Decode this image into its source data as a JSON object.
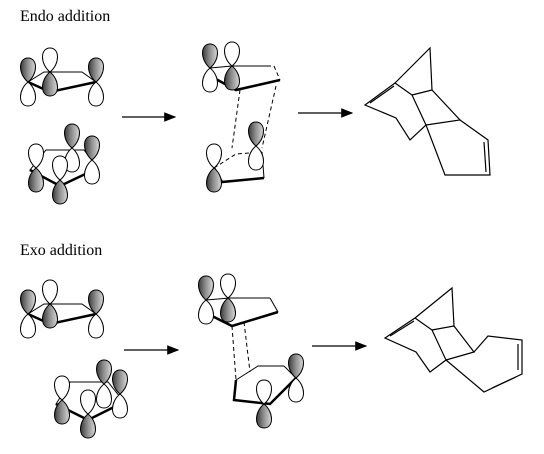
{
  "sections": {
    "endo": {
      "label": "Endo addition"
    },
    "exo": {
      "label": "Exo addition"
    }
  },
  "colors": {
    "ink": "#000000",
    "lobe_dark": "#6e6e6e",
    "lobe_light": "#ffffff",
    "background": "#ffffff"
  },
  "icons": {
    "orbital": "p-orbital-lobes",
    "arrow": "reaction-arrow",
    "product": "dicyclopentadiene-skeleton"
  }
}
